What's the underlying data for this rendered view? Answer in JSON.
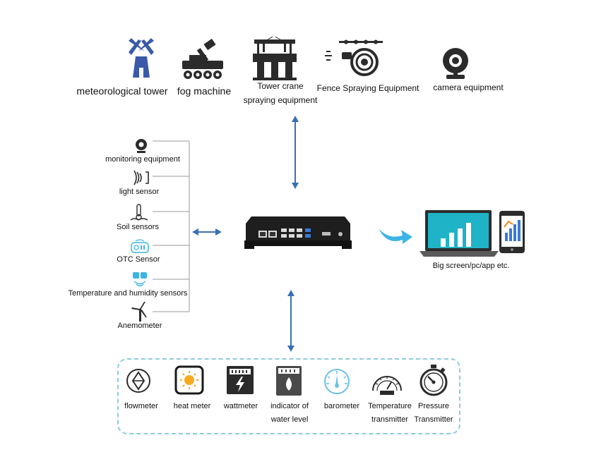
{
  "top_equipment": {
    "meteorological_tower": "meteorological tower",
    "fog_machine": "fog machine",
    "tower_crane_line1": "Tower crane",
    "tower_crane_line2": "spraying equipment",
    "fence_spraying": "Fence Spraying Equipment",
    "camera": "camera equipment"
  },
  "sensors": {
    "monitoring": "monitoring equipment",
    "light": "light sensor",
    "soil": "Soil sensors",
    "otc": "OTC Sensor",
    "temp_humidity": "Temperature and humidity sensors",
    "anemometer": "Anemometer"
  },
  "output": {
    "label": "Big screen/pc/app etc."
  },
  "meters": {
    "flowmeter": "flowmeter",
    "heat_meter": "heat meter",
    "wattmeter": "wattmeter",
    "water_level_line1": "indicator of",
    "water_level_line2": "water level",
    "barometer": "barometer",
    "temperature_line1": "Temperature",
    "temperature_line2": "transmitter",
    "pressure_line1": "Pressure",
    "pressure_line2": "Transmitter"
  },
  "colors": {
    "arrow_blue": "#3a6fb7",
    "accent_cyan": "#3cb4e6",
    "icon_dark": "#2b2b2b",
    "dashed_border": "#8ecbe0",
    "bracket_gray": "#9a9a9a",
    "screen_teal": "#1fb3c7"
  }
}
